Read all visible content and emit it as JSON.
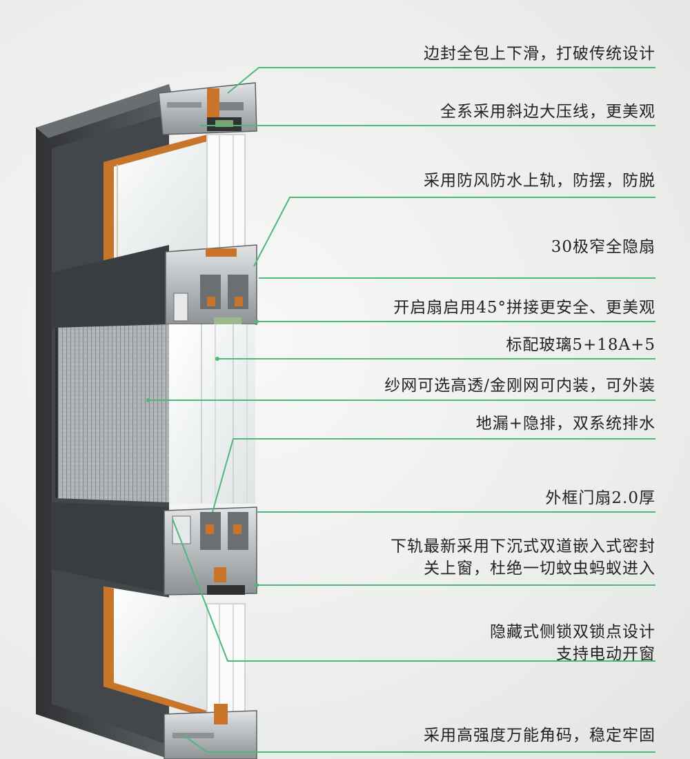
{
  "colors": {
    "leader_line": "#4cb87a",
    "frame_dark": "#3d3f41",
    "frame_mid": "#55585b",
    "aluminum": "#c9ccce",
    "wood_accent": "#c9742b",
    "glass": "#f4f6f6",
    "screen_mesh": "#8a8d90"
  },
  "icons": [
    "window-frame-cross-section"
  ],
  "annotations": [
    {
      "text": "边封全包上下滑，打破传统设计"
    },
    {
      "text": "全系采用斜边大压线，更美观"
    },
    {
      "text": "采用防风防水上轨，防摆，防脱"
    },
    {
      "text": "30极窄全隐扇"
    },
    {
      "text": "开启扇启用45°拼接更安全、更美观"
    },
    {
      "text": "标配玻璃5+18A+5"
    },
    {
      "text": "纱网可选高透/金刚网可内装，可外装"
    },
    {
      "text": "地漏+隐排，双系统排水"
    },
    {
      "text": "外框门扇2.0厚"
    },
    {
      "text": "下轨最新采用下沉式双道嵌入式密封"
    },
    {
      "text": "关上窗，杜绝一切蚊虫蚂蚁进入"
    },
    {
      "text": "隐藏式侧锁双锁点设计"
    },
    {
      "text": "支持电动开窗"
    },
    {
      "text": "采用高强度万能角码，稳定牢固"
    }
  ]
}
